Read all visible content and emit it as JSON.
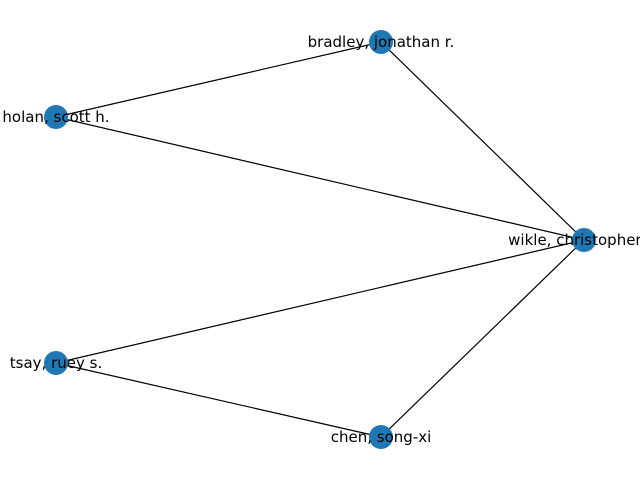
{
  "graph": {
    "node_color": "#1f77b4",
    "edge_color": "#000000",
    "nodes": [
      {
        "id": "bradley",
        "label": "bradley, jonathan r."
      },
      {
        "id": "holan",
        "label": "holan, scott h."
      },
      {
        "id": "wikle",
        "label": "wikle, christopher k."
      },
      {
        "id": "tsay",
        "label": "tsay, ruey s."
      },
      {
        "id": "chen",
        "label": "chen, song-xi"
      }
    ],
    "edges": [
      {
        "source": "holan",
        "target": "bradley"
      },
      {
        "source": "bradley",
        "target": "wikle"
      },
      {
        "source": "holan",
        "target": "wikle"
      },
      {
        "source": "tsay",
        "target": "wikle"
      },
      {
        "source": "tsay",
        "target": "chen"
      },
      {
        "source": "chen",
        "target": "wikle"
      }
    ]
  }
}
